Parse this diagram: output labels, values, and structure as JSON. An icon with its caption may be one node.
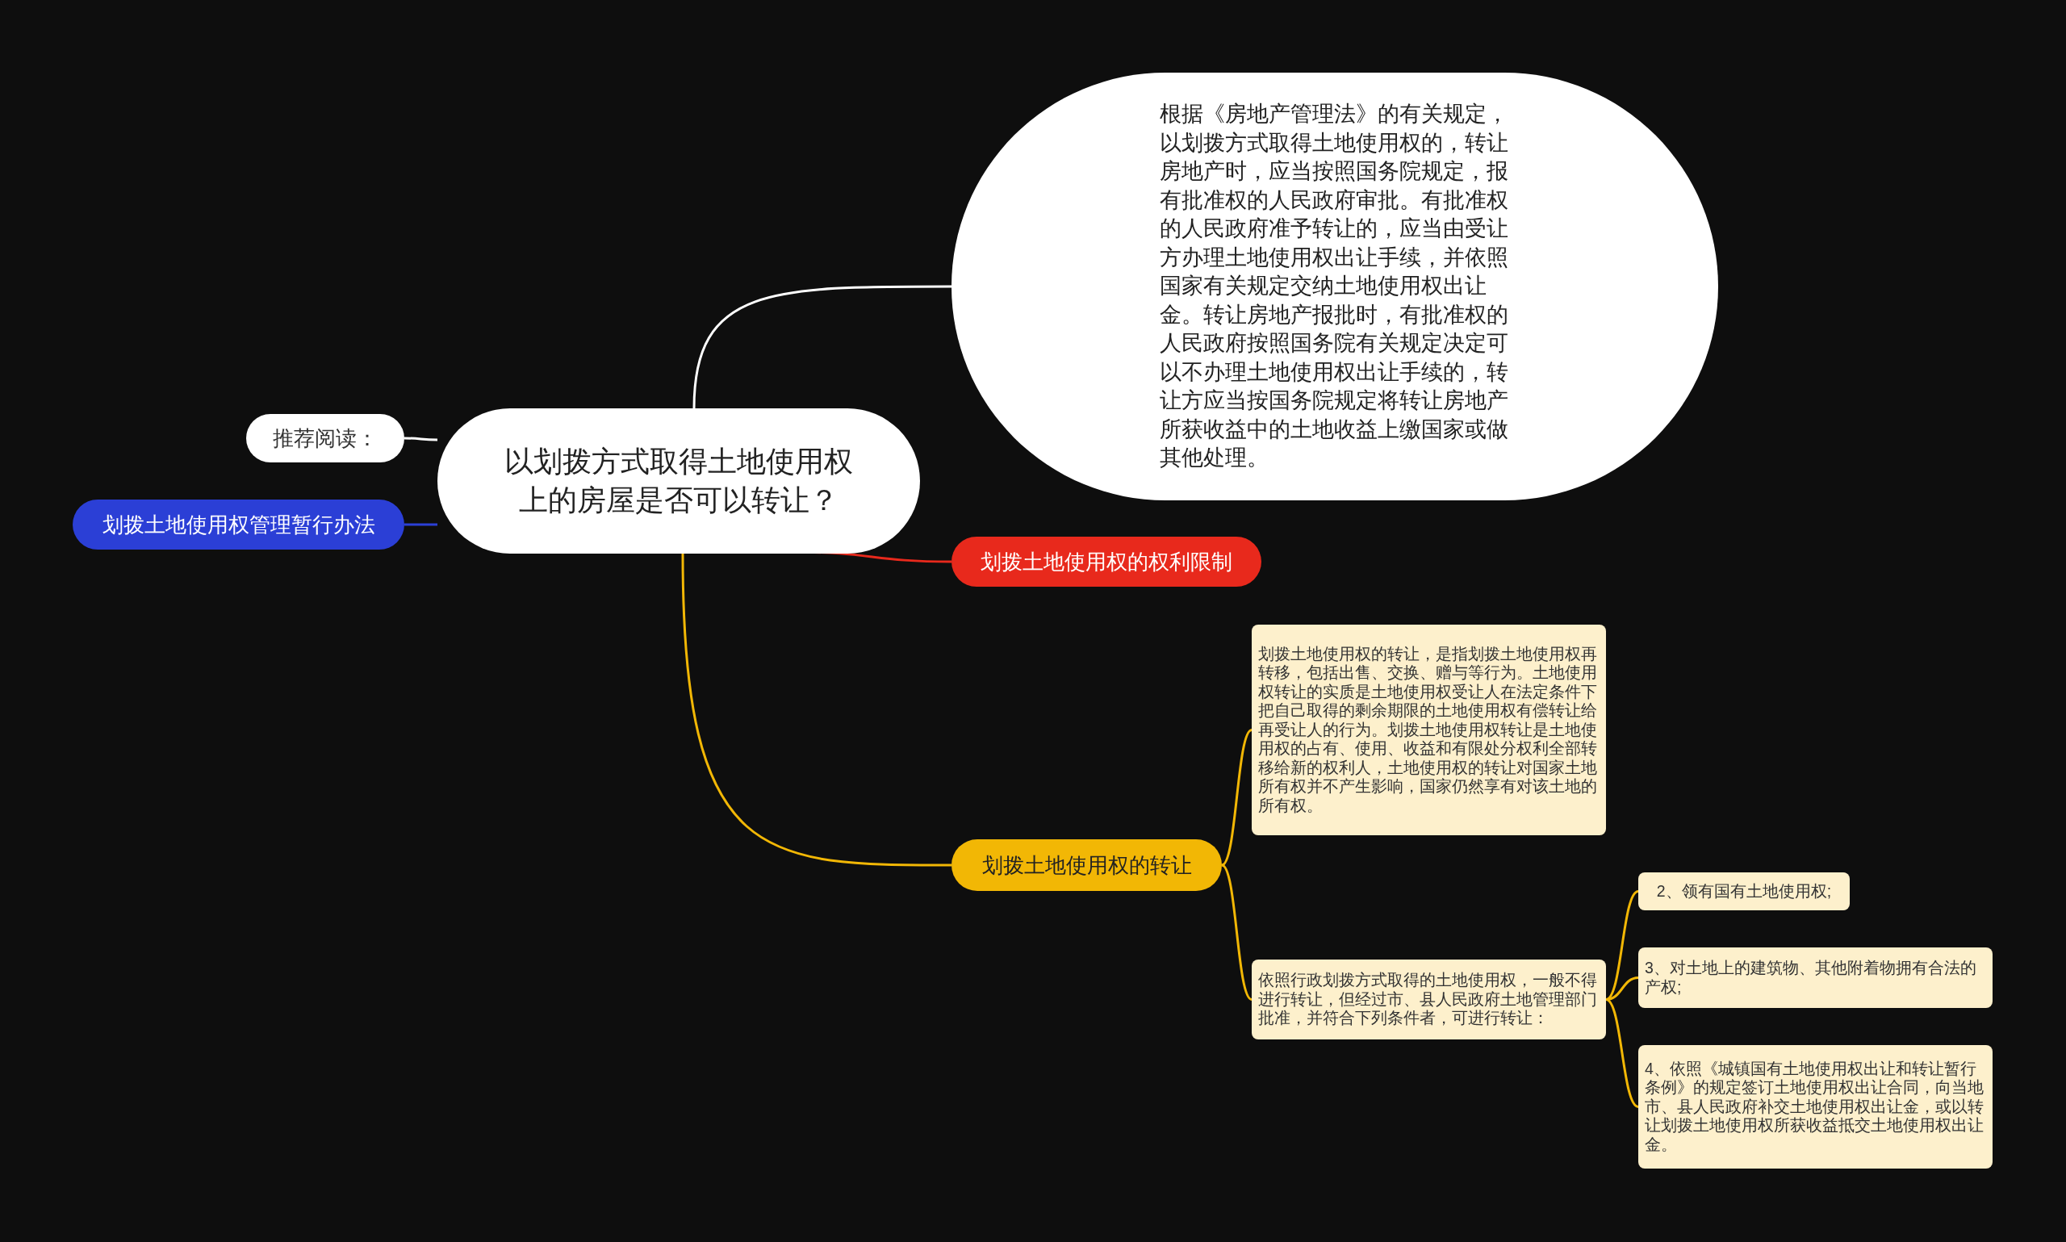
{
  "diagram": {
    "nodes": [
      {
        "text": [
          "以划拨方式取得土地使用权上的房屋是否可以转让？"
        ]
      },
      {
        "text": [
          "推荐阅读："
        ]
      },
      {
        "text": [
          "划拨土地使用权管理暂行办法"
        ]
      },
      {
        "text": [
          "根据《房地产管理法》的有关规定，以划拨方式取得土地使用权的，转让房地产时，应当按照国务院规定，报有批准权的人民政府审批。有批准权的人民政府准予转让的，应当由受让方办理土地使用权出让手续，并依照国家有关规定交纳土地使用权出让金。转让房地产报批时，有批准权的人民政府按照国务院有关规定决定可以不办理土地使用权出让手续的，转让方应当按国务院规定将转让房地产所获收益中的土地收益上缴国家或做其他处理。"
        ]
      },
      {
        "text": [
          "划拨土地使用权的权利限制"
        ]
      },
      {
        "text": [
          "划拨土地使用权的转让"
        ]
      },
      {
        "text": [
          "划拨土地使用权的转让，是指划拨土地使用权再转移，包括出售、交换、赠与等行为。土地使用权转让的实质是土地使用权受让人在法定条件下把自己取得的剩余期限的土地使用权有偿转让给再受让人的行为。划拨土地使用权转让是土地使用权的占有、使用、收益和有限处分权利全部转移给新的权利人，土地使用权的转让对国家土地所有权并不产生影响，国家仍然享有对该土地的所有权。"
        ]
      },
      {
        "text": [
          "依照行政划拨方式取得的土地使用权，一般不得进行转让，但经过市、县人民政府土地管理部门批准，并符合下列条件者，可进行转让："
        ]
      },
      {
        "text": [
          "2、领有国有土地使用权;"
        ]
      },
      {
        "text": [
          "3、对土地上的建筑物、其他附着物拥有合法的产权;"
        ]
      },
      {
        "text": [
          "4、依照《城镇国有土地使用权出让和转让暂行条例》的规定签订土地使用权出让合同，向当地市、县人民政府补交土地使用权出让金，或以转让划拨土地使用权所获收益抵交土地使用权出让金。"
        ]
      }
    ],
    "edges": [
      {
        "from": 0,
        "to": 1,
        "arrow": "none",
        "color": "#ffffff"
      },
      {
        "from": 0,
        "to": 2,
        "arrow": "none",
        "color": "#2b3fd6"
      },
      {
        "from": 0,
        "to": 3,
        "arrow": "none",
        "color": "#ffffff"
      },
      {
        "from": 0,
        "to": 4,
        "arrow": "none",
        "color": "#e8291c"
      },
      {
        "from": 0,
        "to": 5,
        "arrow": "none"
      },
      {
        "from": 5,
        "to": 6,
        "arrow": "none"
      },
      {
        "from": 5,
        "to": 7,
        "arrow": "none"
      },
      {
        "from": 7,
        "to": 8,
        "arrow": "none"
      },
      {
        "from": 7,
        "to": 9,
        "arrow": "none"
      },
      {
        "from": 7,
        "to": 10,
        "arrow": "none"
      }
    ]
  }
}
